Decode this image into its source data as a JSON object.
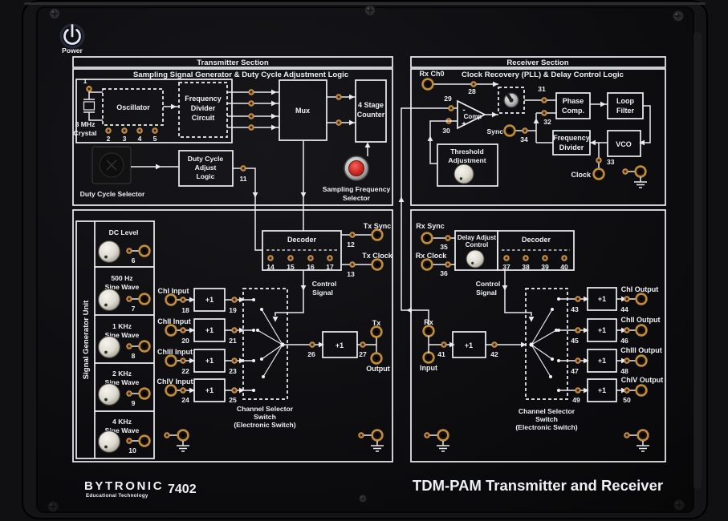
{
  "meta": {
    "power": "Power",
    "brand": "BYTRONIC",
    "brand_sub": "Educational Technology",
    "model": "7402",
    "title": "TDM-PAM Transmitter and Receiver"
  },
  "misc": {
    "amp": "+1",
    "minus": "-",
    "plus": "+"
  },
  "tx": {
    "section": "Transmitter Section",
    "header": "Sampling Signal Generator & Duty Cycle Adjustment Logic",
    "crystal": [
      "8 MHz",
      "Crystal"
    ],
    "oscillator": "Oscillator",
    "freq_divider": [
      "Frequency",
      "Divider",
      "Circuit"
    ],
    "mux": "Mux",
    "counter": [
      "4 Stage",
      "Counter"
    ],
    "duty_selector": "Duty Cycle Selector",
    "duty_logic": [
      "Duty Cycle",
      "Adjust",
      "Logic"
    ],
    "sampling_selector": [
      "Sampling Frequency",
      "Selector"
    ],
    "decoder": "Decoder",
    "control": [
      "Control",
      "Signal"
    ],
    "tx_sync": "Tx Sync",
    "tx_clock": "Tx Clock",
    "inputs": [
      "ChI Input",
      "ChII Input",
      "ChIII Input",
      "ChIV Input"
    ],
    "switch_label": [
      "Channel Selector",
      "Switch",
      "(Electronic Switch)"
    ],
    "tx": "Tx",
    "output": "Output"
  },
  "rx": {
    "section": "Receiver Section",
    "header": "Clock Recovery (PLL) & Delay Control Logic",
    "rx_ch0": "Rx Ch0",
    "comp": "Comp",
    "phase_comp": [
      "Phase",
      "Comp."
    ],
    "loop_filter": [
      "Loop",
      "Filter"
    ],
    "freq_divider": [
      "Frequency",
      "Divider"
    ],
    "vco": "VCO",
    "threshold": [
      "Threshold",
      "Adjustment"
    ],
    "sync": "Sync",
    "clock": "Clock",
    "rx_sync": "Rx Sync",
    "rx_clock": "Rx Clock",
    "delay": [
      "Delay Adjust",
      "Control"
    ],
    "decoder": "Decoder",
    "control": [
      "Control",
      "Signal"
    ],
    "rx": "Rx",
    "input": "Input",
    "outputs": [
      "ChI Output",
      "ChII Output",
      "ChIII Output",
      "ChIV Output"
    ],
    "switch_label": [
      "Channel Selector",
      "Switch",
      "(Electronic Switch)"
    ]
  },
  "sg": {
    "title": "Signal Generator Unit",
    "channels": [
      {
        "lines": [
          "DC Level",
          ""
        ],
        "tp": "6"
      },
      {
        "lines": [
          "500 Hz",
          "Sine Wave"
        ],
        "tp": "7"
      },
      {
        "lines": [
          "1 KHz",
          "Sine Wave"
        ],
        "tp": "8"
      },
      {
        "lines": [
          "2 KHz",
          "Sine Wave"
        ],
        "tp": "9"
      },
      {
        "lines": [
          "4 KHz",
          "Sine Wave"
        ],
        "tp": "10"
      }
    ]
  },
  "tp": {
    "1": "1",
    "2": "2",
    "3": "3",
    "4": "4",
    "5": "5",
    "6": "6",
    "7": "7",
    "8": "8",
    "9": "9",
    "10": "10",
    "11": "11",
    "12": "12",
    "13": "13",
    "14": "14",
    "15": "15",
    "16": "16",
    "17": "17",
    "18": "18",
    "19": "19",
    "20": "20",
    "21": "21",
    "22": "22",
    "23": "23",
    "24": "24",
    "25": "25",
    "26": "26",
    "27": "27",
    "28": "28",
    "29": "29",
    "30": "30",
    "31": "31",
    "32": "32",
    "33": "33",
    "34": "34",
    "35": "35",
    "36": "36",
    "37": "37",
    "38": "38",
    "39": "39",
    "40": "40",
    "41": "41",
    "42": "42",
    "43": "43",
    "44": "44",
    "45": "45",
    "46": "46",
    "47": "47",
    "48": "48",
    "49": "49",
    "50": "50"
  }
}
